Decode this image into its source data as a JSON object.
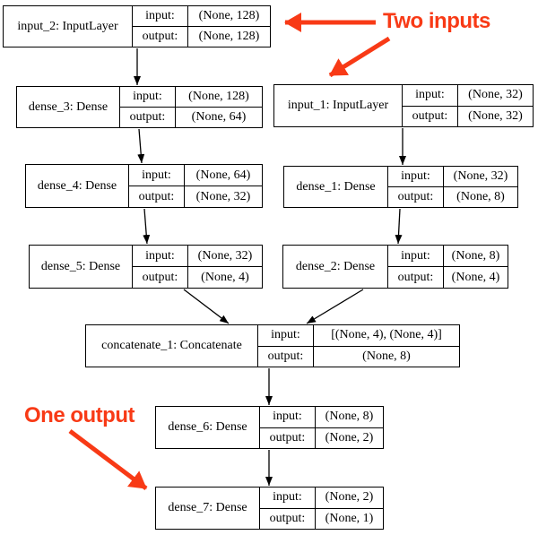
{
  "colors": {
    "accent": "#f83a16",
    "line": "#000000",
    "background": "#ffffff"
  },
  "io_labels": {
    "input": "input:",
    "output": "output:"
  },
  "annotations": {
    "two_inputs": {
      "text": "Two inputs"
    },
    "one_output": {
      "text": "One output"
    }
  },
  "nodes": [
    {
      "id": "input_2",
      "title": "input_2: InputLayer",
      "input": "(None, 128)",
      "output": "(None, 128)"
    },
    {
      "id": "dense_3",
      "title": "dense_3: Dense",
      "input": "(None, 128)",
      "output": "(None, 64)"
    },
    {
      "id": "input_1",
      "title": "input_1: InputLayer",
      "input": "(None, 32)",
      "output": "(None, 32)"
    },
    {
      "id": "dense_4",
      "title": "dense_4: Dense",
      "input": "(None, 64)",
      "output": "(None, 32)"
    },
    {
      "id": "dense_1",
      "title": "dense_1: Dense",
      "input": "(None, 32)",
      "output": "(None, 8)"
    },
    {
      "id": "dense_5",
      "title": "dense_5: Dense",
      "input": "(None, 32)",
      "output": "(None, 4)"
    },
    {
      "id": "dense_2",
      "title": "dense_2: Dense",
      "input": "(None, 8)",
      "output": "(None, 4)"
    },
    {
      "id": "concatenate_1",
      "title": "concatenate_1: Concatenate",
      "input": "[(None, 4), (None, 4)]",
      "output": "(None, 8)"
    },
    {
      "id": "dense_6",
      "title": "dense_6: Dense",
      "input": "(None, 8)",
      "output": "(None, 2)"
    },
    {
      "id": "dense_7",
      "title": "dense_7: Dense",
      "input": "(None, 2)",
      "output": "(None, 1)"
    }
  ],
  "edges": [
    {
      "from": "input_2",
      "to": "dense_3"
    },
    {
      "from": "dense_3",
      "to": "dense_4"
    },
    {
      "from": "dense_4",
      "to": "dense_5"
    },
    {
      "from": "dense_5",
      "to": "concatenate_1"
    },
    {
      "from": "input_1",
      "to": "dense_1"
    },
    {
      "from": "dense_1",
      "to": "dense_2"
    },
    {
      "from": "dense_2",
      "to": "concatenate_1"
    },
    {
      "from": "concatenate_1",
      "to": "dense_6"
    },
    {
      "from": "dense_6",
      "to": "dense_7"
    }
  ]
}
